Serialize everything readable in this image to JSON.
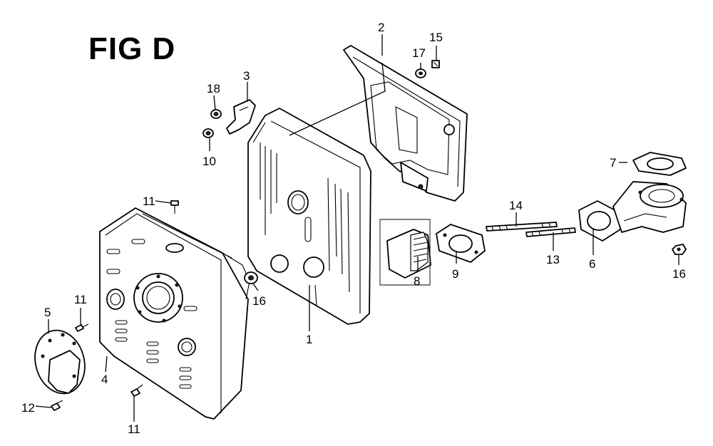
{
  "figure": {
    "title": "FIG D"
  },
  "callouts": [
    {
      "id": "c1",
      "label": "1"
    },
    {
      "id": "c2",
      "label": "2"
    },
    {
      "id": "c3",
      "label": "3"
    },
    {
      "id": "c4",
      "label": "4"
    },
    {
      "id": "c5",
      "label": "5"
    },
    {
      "id": "c6",
      "label": "6"
    },
    {
      "id": "c7",
      "label": "7"
    },
    {
      "id": "c8",
      "label": "8"
    },
    {
      "id": "c9",
      "label": "9"
    },
    {
      "id": "c10",
      "label": "10"
    },
    {
      "id": "c11a",
      "label": "11"
    },
    {
      "id": "c11b",
      "label": "11"
    },
    {
      "id": "c11c",
      "label": "11"
    },
    {
      "id": "c12",
      "label": "12"
    },
    {
      "id": "c13",
      "label": "13"
    },
    {
      "id": "c14",
      "label": "14"
    },
    {
      "id": "c15",
      "label": "15"
    },
    {
      "id": "c16a",
      "label": "16"
    },
    {
      "id": "c16b",
      "label": "16"
    },
    {
      "id": "c17",
      "label": "17"
    },
    {
      "id": "c18",
      "label": "18"
    }
  ]
}
